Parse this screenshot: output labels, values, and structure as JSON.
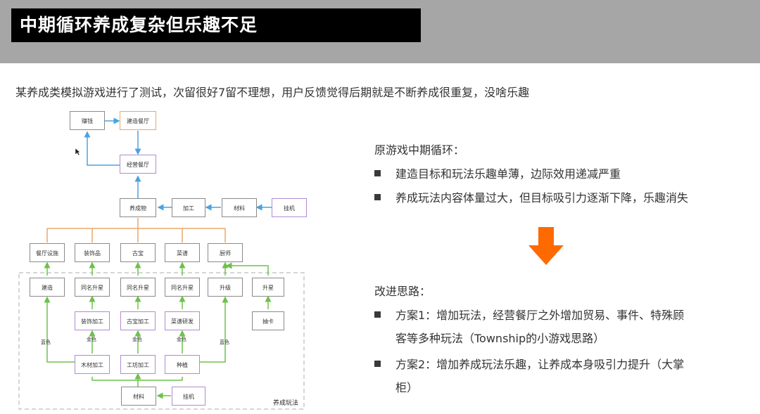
{
  "title": "中期循环养成复杂但乐趣不足",
  "summary": "某养成类模拟游戏进行了测试，次留很好7留不理想，用户反馈觉得后期就是不断养成很重复，没啥乐趣",
  "diagram": {
    "nodes": {
      "earn": "赚钱",
      "build_restaurant": "建造餐厅",
      "run_restaurant": "经营餐厅",
      "raise_item": "养成物",
      "process_top": "加工",
      "material_top": "材料",
      "hang_top": "挂机",
      "facility": "餐厅设施",
      "decoration": "装饰品",
      "antique": "古宝",
      "dish": "菜谱",
      "chef": "厨师",
      "build": "建造",
      "same_upgrade_1": "同名升星",
      "same_upgrade_2": "同名升星",
      "same_upgrade_3": "同名升星",
      "level_up": "升级",
      "star_up": "升星",
      "decor_process": "装饰加工",
      "antique_process": "古宝加工",
      "recipe_research": "菜谱研发",
      "draw_card": "抽卡",
      "wood_process": "木材加工",
      "craft_process": "工坊加工",
      "plant": "种植",
      "material_bottom": "材料",
      "hang_bottom": "挂机"
    },
    "edge_labels": {
      "blue_left": "蓝色",
      "gold_1": "金色",
      "gold_2": "金色",
      "gold_3": "金色",
      "blue_right": "蓝色"
    },
    "region_label": "养成玩法"
  },
  "right": {
    "heading1": "原游戏中期循环：",
    "bullets1": [
      "建造目标和玩法乐趣单薄，边际效用递减严重",
      "养成玩法内容体量过大，但目标吸引力逐渐下降，乐趣消失"
    ],
    "heading2": "改进思路：",
    "plan1_line1": "方案1：增加玩法，经营餐厅之外增加贸易、事件、特殊顾",
    "plan1_line2": "客等多种玩法（Township的小游戏思路）",
    "plan2_line1": "方案2：增加养成玩法乐趣，让养成本身吸引力提升（大掌",
    "plan2_line2": "柜）"
  },
  "colors": {
    "header_band": "#a6a6a6",
    "title_bg": "#000000",
    "blue_arrow": "#4aa3df",
    "orange_line": "#e8a76a",
    "green_arrow": "#6cc24a",
    "big_arrow": "#ff6a00"
  }
}
